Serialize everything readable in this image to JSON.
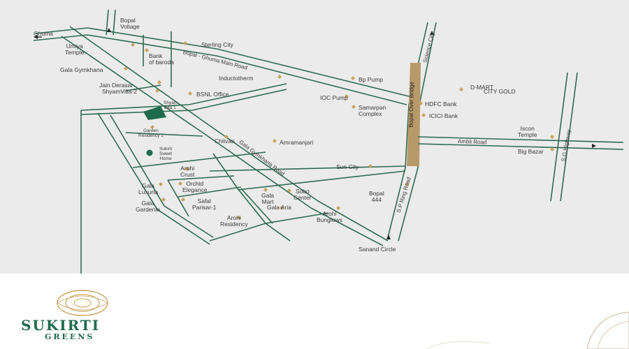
{
  "colors": {
    "road": "#2e6b52",
    "marker": "#c8a45c",
    "bridge": "#b89a6a",
    "brand": "#1f6b4d",
    "background": "#ebebeb"
  },
  "places": [
    {
      "id": "bopal-voliage",
      "label": "Bopal\nVoliage"
    },
    {
      "id": "ghuma",
      "label": "Ghuma"
    },
    {
      "id": "umiya-temple",
      "label": "Umiya\nTemple"
    },
    {
      "id": "sterling-city",
      "label": "Sterling City"
    },
    {
      "id": "bank-of-baroda",
      "label": "Bank\nof baroda"
    },
    {
      "id": "gala-gymkhana",
      "label": "Gala Gymkhana"
    },
    {
      "id": "inductotherm",
      "label": "Inductotherm"
    },
    {
      "id": "bp-pump",
      "label": "Bp Pump"
    },
    {
      "id": "jain-derasar",
      "label": "Jain Derasar"
    },
    {
      "id": "shyamvilla-2",
      "label": "ShyamVilla-2"
    },
    {
      "id": "bsnl-office",
      "label": "BSNL Office"
    },
    {
      "id": "ioc-pump",
      "label": "IOC Pump"
    },
    {
      "id": "d-mart",
      "label": "D-MART"
    },
    {
      "id": "city-gold",
      "label": "CITY GOLD"
    },
    {
      "id": "hdfc-bank",
      "label": "HDFC Bank"
    },
    {
      "id": "icici-bank",
      "label": "ICICI Bank"
    },
    {
      "id": "samarpan-complex",
      "label": "Samarpan\nComplex"
    },
    {
      "id": "shyam-villa-1",
      "label": "Shyam\nVilla 1"
    },
    {
      "id": "garden-residency-1",
      "label": "Garden\nResidency 1"
    },
    {
      "id": "chitvan",
      "label": "Chitvan"
    },
    {
      "id": "amramanjari",
      "label": "Amramanjari"
    },
    {
      "id": "sukirti-sweet-home",
      "label": "Sukirti\nSweet\nHome"
    },
    {
      "id": "iscon-temple",
      "label": "Iscon\nTemple"
    },
    {
      "id": "big-bazar",
      "label": "Big Bazar"
    },
    {
      "id": "arohi-crust",
      "label": "Arohi\nCrust"
    },
    {
      "id": "sun-city",
      "label": "Sun City"
    },
    {
      "id": "orchid-elegance",
      "label": "Orchid\nElegance"
    },
    {
      "id": "gala-luxuria",
      "label": "Gala\nLuxuria"
    },
    {
      "id": "sobo-center",
      "label": "Sobo\nCenter"
    },
    {
      "id": "gala-mart",
      "label": "Gala\nMart"
    },
    {
      "id": "bopal-444",
      "label": "Bopal\n444"
    },
    {
      "id": "safal-parisar-1",
      "label": "Safal\nParisar-1"
    },
    {
      "id": "gala-gardenia",
      "label": "Gala\nGardenia"
    },
    {
      "id": "gala-aria",
      "label": "Gala Aria"
    },
    {
      "id": "arohi-bunglows",
      "label": "Arohi\nBunglows"
    },
    {
      "id": "arohi-residency",
      "label": "Arohi\nResidency"
    },
    {
      "id": "sanand-circle",
      "label": "Sanand Circle"
    }
  ],
  "roads": {
    "bopal_ghuma_main_road": "Bopal - Ghuma Main Road",
    "science_city": "Science City",
    "bopal_over_bridge": "Bopal Over Bridge",
    "ambli_road": "Ambli Road",
    "sg_highway": "S.G.Highway",
    "gala_gymkhana_road": "Gala Gymkhana Road",
    "s_p_ring_road": "S.P Ring Road"
  },
  "brand": {
    "line1": "SUKIRTI",
    "line2": "GREENS",
    "logo": "lotus-seal-icon"
  }
}
